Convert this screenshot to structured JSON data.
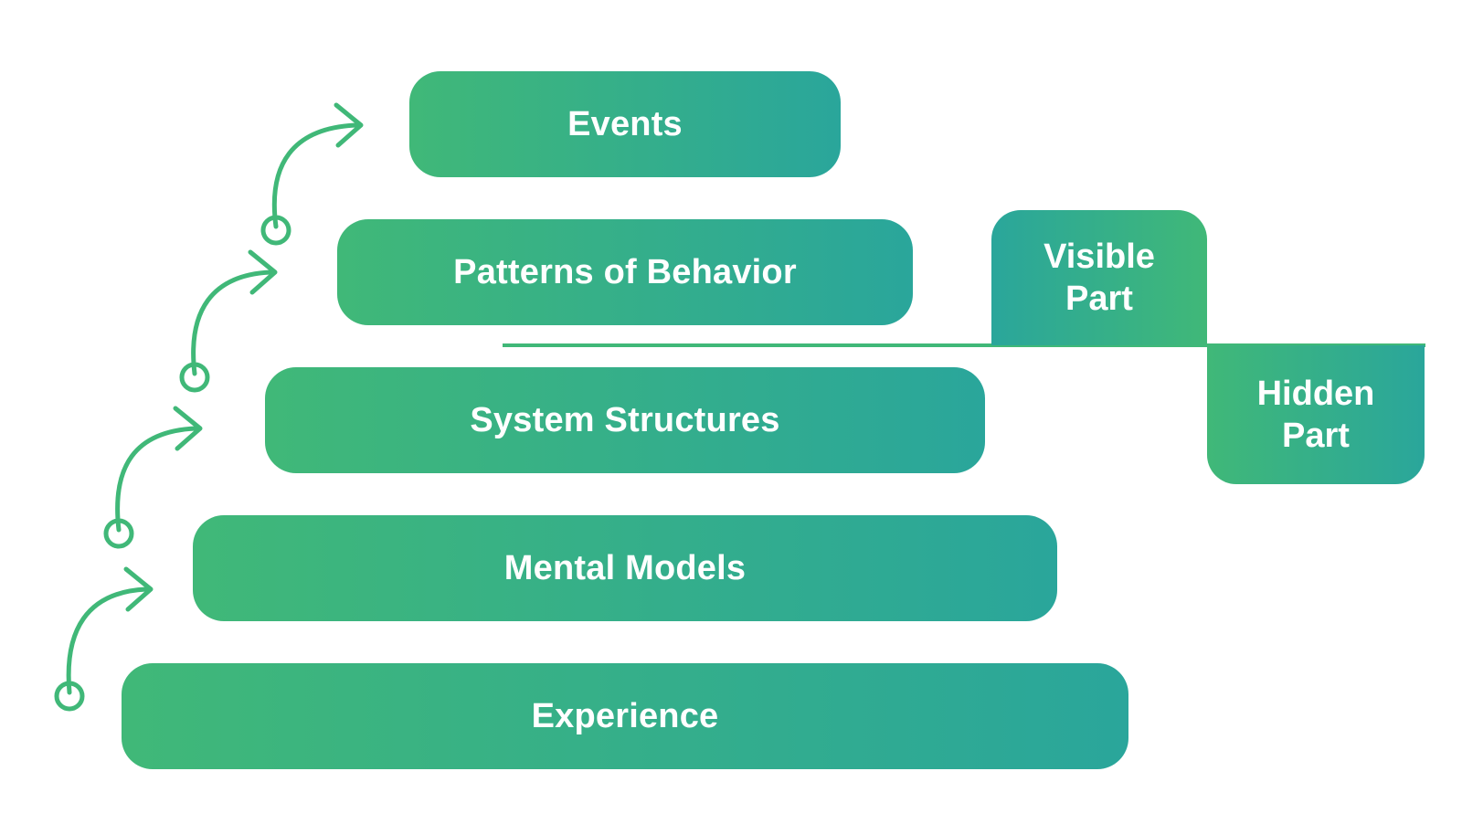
{
  "diagram": {
    "title": "Iceberg Model",
    "layers": [
      {
        "label": "Events"
      },
      {
        "label": "Patterns of Behavior"
      },
      {
        "label": "System Structures"
      },
      {
        "label": "Mental Models"
      },
      {
        "label": "Experience"
      }
    ],
    "visible_label": [
      "Visible",
      "Part"
    ],
    "hidden_label": [
      "Hidden",
      "Part"
    ],
    "colors": {
      "gradient_start": "#40b878",
      "gradient_end": "#2aa69b",
      "arrow": "#40b878",
      "text": "#ffffff"
    },
    "arrow_count": 4
  }
}
